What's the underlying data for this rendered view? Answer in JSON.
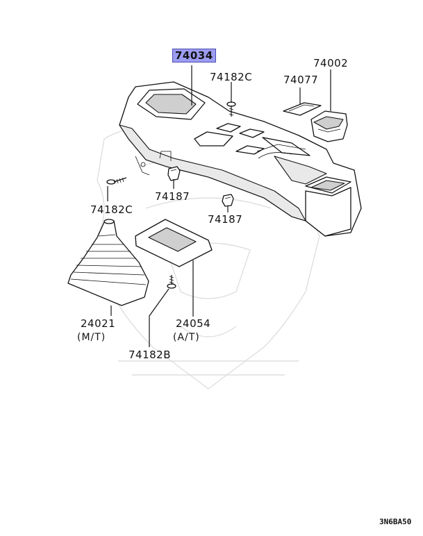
{
  "parts": {
    "console_box": {
      "number": "74034",
      "highlighted": true
    },
    "screw_top": {
      "number": "74182C"
    },
    "panel_insert": {
      "number": "74077"
    },
    "ashtray": {
      "number": "74002"
    },
    "screw_left": {
      "number": "74182C"
    },
    "clip_left": {
      "number": "74187"
    },
    "clip_right": {
      "number": "74187"
    },
    "shift_boot": {
      "number": "24021",
      "note": "(M/T)"
    },
    "shift_bezel": {
      "number": "24054",
      "note": "(A/T)"
    },
    "screw_bottom": {
      "number": "74182B"
    }
  },
  "diagram_code": "3N6BA50",
  "colors": {
    "highlight": "#9c9cf2",
    "line": "#111111"
  }
}
